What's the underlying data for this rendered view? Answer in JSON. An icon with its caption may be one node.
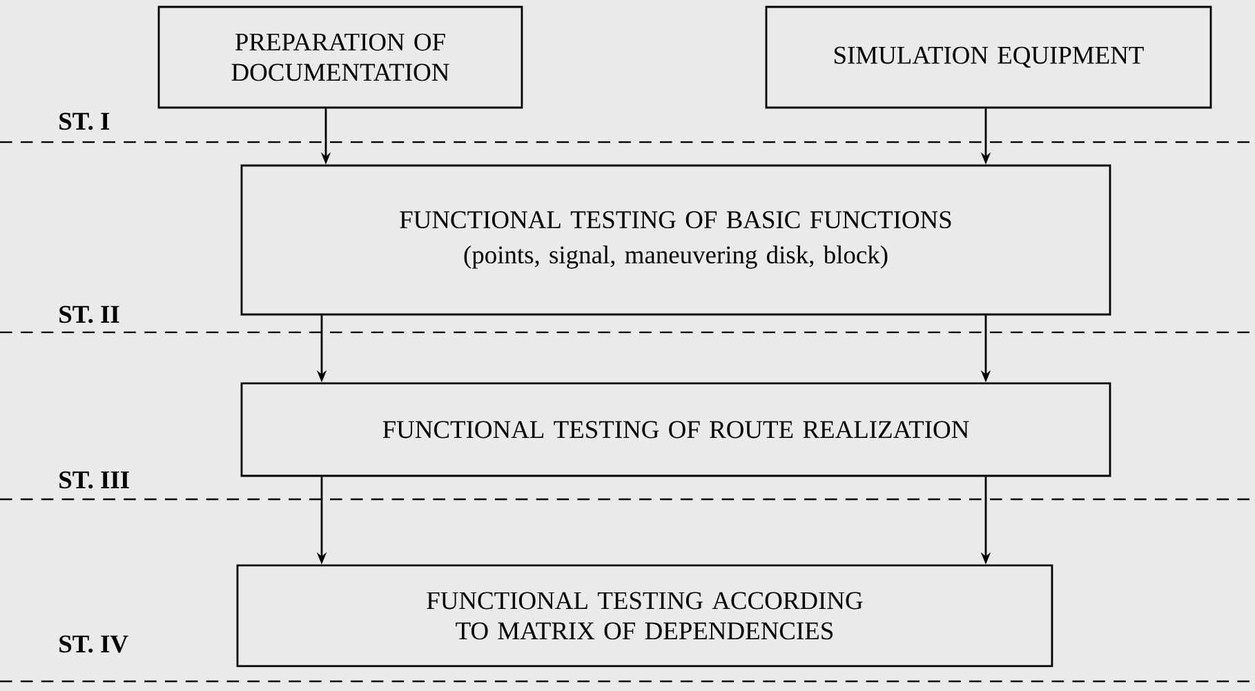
{
  "diagram": {
    "nodes": [
      {
        "text": [
          "PREPARATION OF DOCUMENTATION"
        ]
      },
      {
        "text": [
          "SIMULATION EQUIPMENT"
        ]
      },
      {
        "text": [
          "FUNCTIONAL TESTING OF BASIC FUNCTIONS",
          "(points, signal, maneuvering disk, block)"
        ]
      },
      {
        "text": [
          "FUNCTIONAL TESTING OF ROUTE REALIZATION"
        ]
      },
      {
        "text": [
          "FUNCTIONAL TESTING ACCORDING TO MATRIX OF DEPENDENCIES"
        ]
      }
    ],
    "edges": [
      {
        "from": 0,
        "to": 2,
        "arrow": "to"
      },
      {
        "from": 1,
        "to": 2,
        "arrow": "to"
      },
      {
        "from": 2,
        "to": 3,
        "arrow": "to"
      },
      {
        "from": 2,
        "to": 3,
        "arrow": "to"
      },
      {
        "from": 3,
        "to": 4,
        "arrow": "to"
      },
      {
        "from": 3,
        "to": 4,
        "arrow": "to"
      }
    ],
    "labels": [
      "ST. I",
      "ST. II",
      "ST. III",
      "ST. IV"
    ]
  }
}
